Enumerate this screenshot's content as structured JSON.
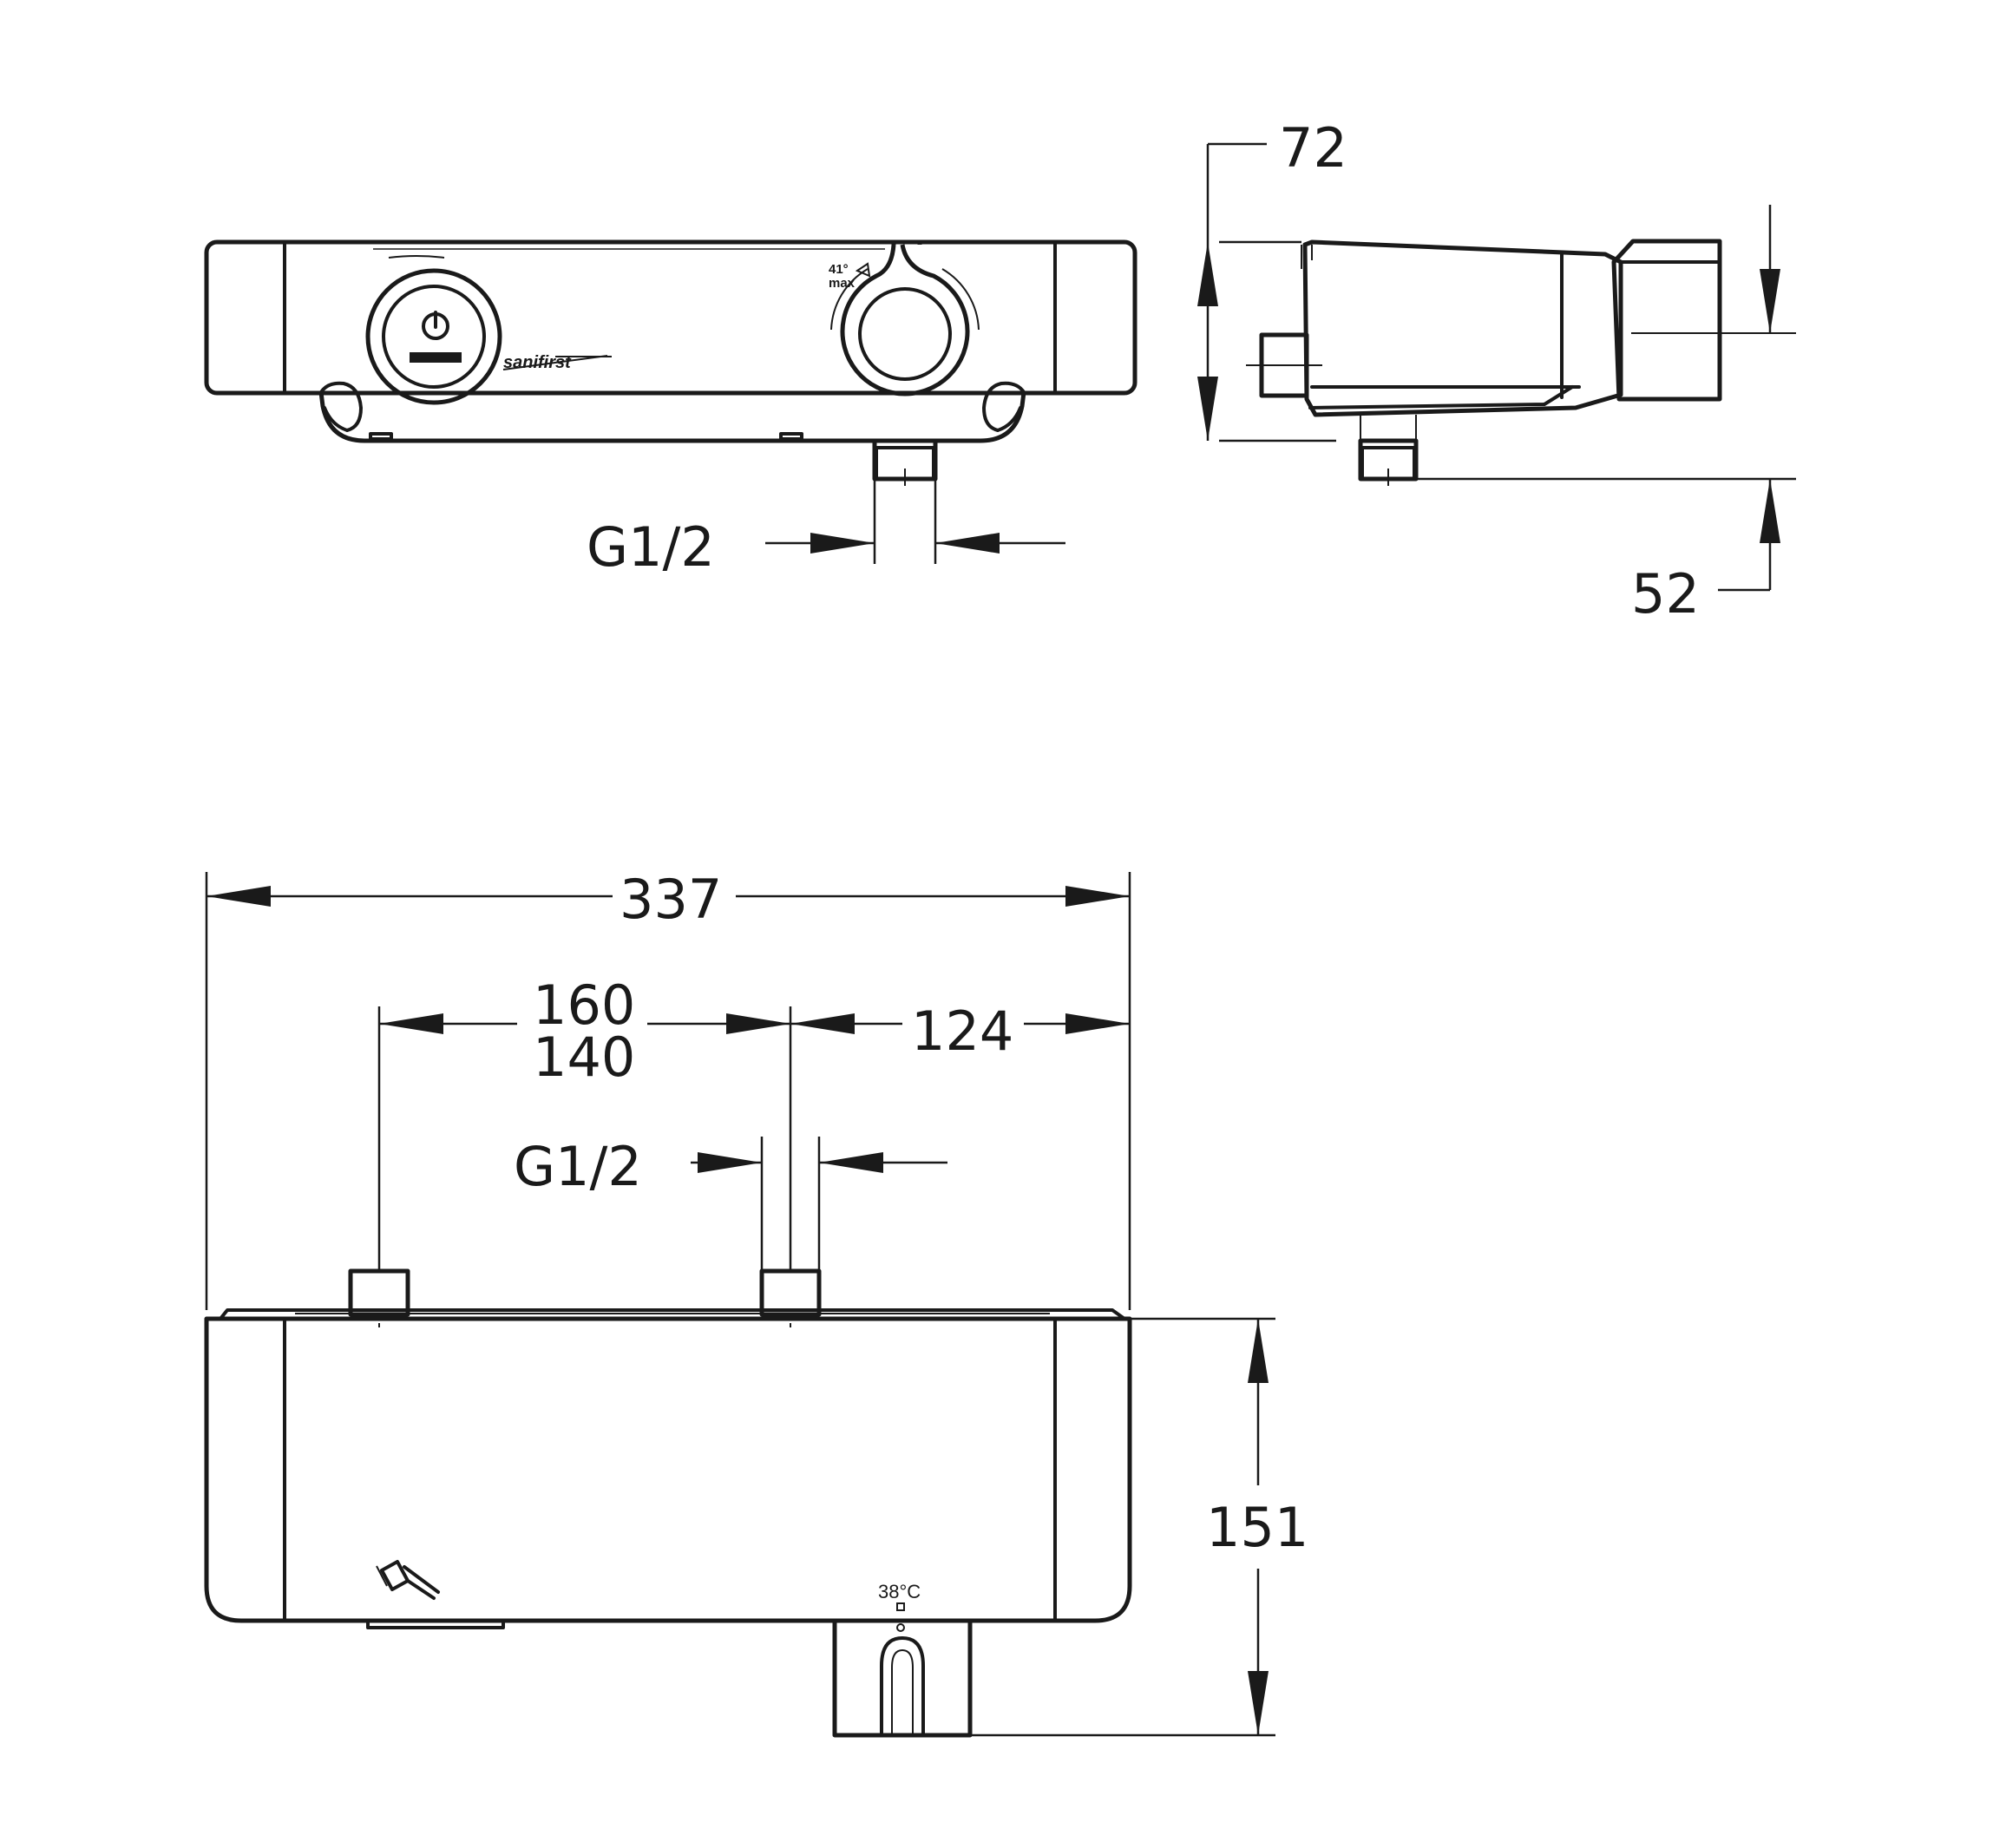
{
  "colors": {
    "line": "#1a1a1a",
    "background": "#ffffff"
  },
  "dimensions": {
    "depth_total": "72",
    "outlet_offset": "52",
    "connection_front": "G1/2",
    "length_total": "337",
    "center_distance_a": "160",
    "center_distance_b": "140",
    "right_offset": "124",
    "connection_top": "G1/2",
    "height_total": "151"
  },
  "markings": {
    "temp_limit_value": "41°",
    "temp_limit_unit": "max",
    "brand": "sanifirst",
    "temp_set": "38°C"
  },
  "icons": [
    "power-button-icon",
    "shower-head-icon"
  ]
}
